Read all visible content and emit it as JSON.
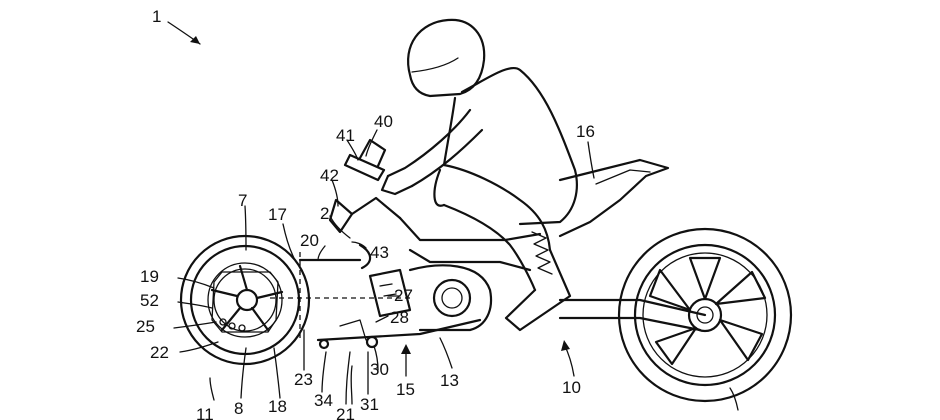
{
  "labels": {
    "l1": "1",
    "l2": "2",
    "l7": "7",
    "l8": "8",
    "l10": "10",
    "l11": "11",
    "l13": "13",
    "l15": "15",
    "l16": "16",
    "l17": "17",
    "l18": "18",
    "l19": "19",
    "l20": "20",
    "l21": "21",
    "l22": "22",
    "l23": "23",
    "l25": "25",
    "l27": "27",
    "l28": "28",
    "l30": "30",
    "l31": "31",
    "l34": "34",
    "l40": "40",
    "l41": "41",
    "l42": "42",
    "l43": "43",
    "l52": "52"
  }
}
